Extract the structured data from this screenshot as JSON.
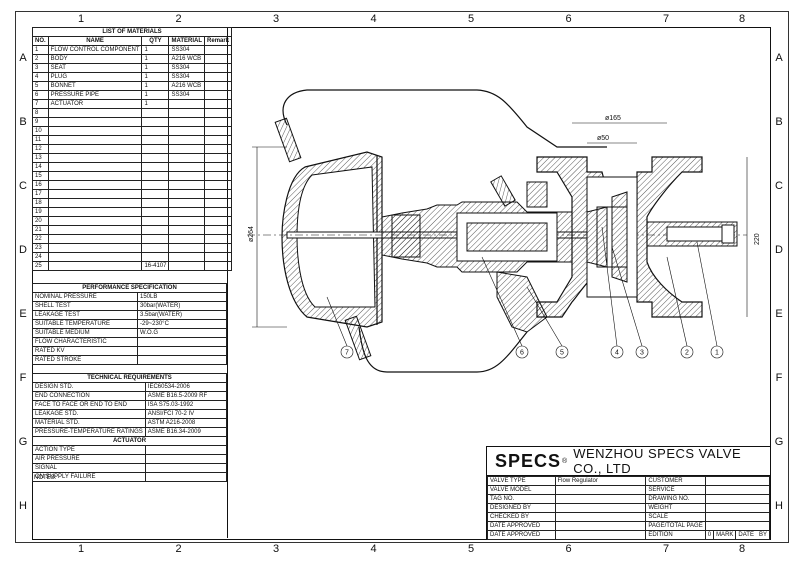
{
  "columns": [
    "1",
    "2",
    "3",
    "4",
    "5",
    "6",
    "7",
    "8"
  ],
  "rows": [
    "A",
    "B",
    "C",
    "D",
    "E",
    "F",
    "G",
    "H"
  ],
  "materials": {
    "title": "LIST OF MATERIALS",
    "headers": [
      "NO.",
      "NAME",
      "QTY",
      "MATERIAL",
      "Remark"
    ],
    "items": [
      {
        "no": "1",
        "name": "FLOW CONTROL COMPONENT",
        "qty": "1",
        "material": "SS304"
      },
      {
        "no": "2",
        "name": "BODY",
        "qty": "1",
        "material": "A216 WCB"
      },
      {
        "no": "3",
        "name": "SEAT",
        "qty": "1",
        "material": "SS304"
      },
      {
        "no": "4",
        "name": "PLUG",
        "qty": "1",
        "material": "SS304"
      },
      {
        "no": "5",
        "name": "BONNET",
        "qty": "1",
        "material": "A216 WCB"
      },
      {
        "no": "6",
        "name": "PRESSURE PIPE",
        "qty": "1",
        "material": "SS304"
      },
      {
        "no": "7",
        "name": "ACTUATOR",
        "qty": "1",
        "material": ""
      },
      {
        "no": "8"
      },
      {
        "no": "9"
      },
      {
        "no": "10"
      },
      {
        "no": "11"
      },
      {
        "no": "12"
      },
      {
        "no": "13"
      },
      {
        "no": "14"
      },
      {
        "no": "15"
      },
      {
        "no": "16"
      },
      {
        "no": "17"
      },
      {
        "no": "18"
      },
      {
        "no": "19"
      },
      {
        "no": "20"
      },
      {
        "no": "21"
      },
      {
        "no": "22"
      },
      {
        "no": "23"
      },
      {
        "no": "24"
      },
      {
        "no": "25",
        "qty": "16-4107"
      }
    ]
  },
  "performance": {
    "title": "PERFORMANCE SPECIFICATION",
    "rows": [
      {
        "k": "NOMINAL PRESSURE",
        "v": "150LB"
      },
      {
        "k": "SHELL TEST",
        "v": "30bar(WATER)"
      },
      {
        "k": "LEAKAGE TEST",
        "v": "3.5bar(WATER)"
      },
      {
        "k": "SUITABLE TEMPERATURE",
        "v": "-29~230°C"
      },
      {
        "k": "SUITABLE MEDIUM",
        "v": "W.O.G"
      },
      {
        "k": "FLOW CHARACTERISTIC",
        "v": ""
      },
      {
        "k": "RATED KV",
        "v": ""
      },
      {
        "k": "RATED STROKE",
        "v": ""
      }
    ]
  },
  "technical": {
    "title": "TECHNICAL REQUIREMENTS",
    "rows": [
      {
        "k": "DESIGN STD.",
        "v": "IEC60534-2006"
      },
      {
        "k": "END CONNECTION",
        "v": "ASME B16.5-2009 RF"
      },
      {
        "k": "FACE TO FACE OR END TO END",
        "v": "ISA S75.03-1992"
      },
      {
        "k": "LEAKAGE STD.",
        "v": "ANSI/FCI 70-2 IV"
      },
      {
        "k": "MATERIAL STD.",
        "v": "ASTM A216-2008"
      },
      {
        "k": "PRESSURE-TEMPERATURE RATINGS",
        "v": "ASME B16.34-2009"
      }
    ]
  },
  "actuator": {
    "title": "ACTUATOR",
    "rows": [
      "ACTION TYPE",
      "AIR PRESSURE",
      "SIGNAL",
      "ON SUPPLY FAILURE"
    ],
    "notes": "NOTES:"
  },
  "drawing": {
    "dims": {
      "d165": "ø165",
      "d50": "ø50",
      "d264": "ø264",
      "h220": "220"
    },
    "balloons": [
      "1",
      "2",
      "3",
      "4",
      "5",
      "6",
      "7"
    ]
  },
  "titleblock": {
    "brand": "SPECS",
    "reg": "®",
    "company": "WENZHOU SPECS VALVE CO., LTD",
    "valve_type_label": "VALVE TYPE",
    "valve_type_value": "Flow Regulator",
    "customer_label": "CUSTOMER",
    "valve_model_label": "VALVE MODEL",
    "service_label": "SERVICE",
    "tag_label": "TAG NO.",
    "drawing_no_label": "DRAWING NO.",
    "designed_label": "DESIGNED BY",
    "weight_label": "WEIGHT",
    "checked_label": "CHECKED BY",
    "scale_label": "SCALE",
    "date1_label": "DATE APPROVED",
    "page_label": "PAGE/TOTAL PAGE",
    "date2_label": "DATE APPROVED",
    "edition_label": "EDITION",
    "edition_value": "0",
    "mark_label": "MARK",
    "date_label": "DATE",
    "by_label": "BY"
  }
}
